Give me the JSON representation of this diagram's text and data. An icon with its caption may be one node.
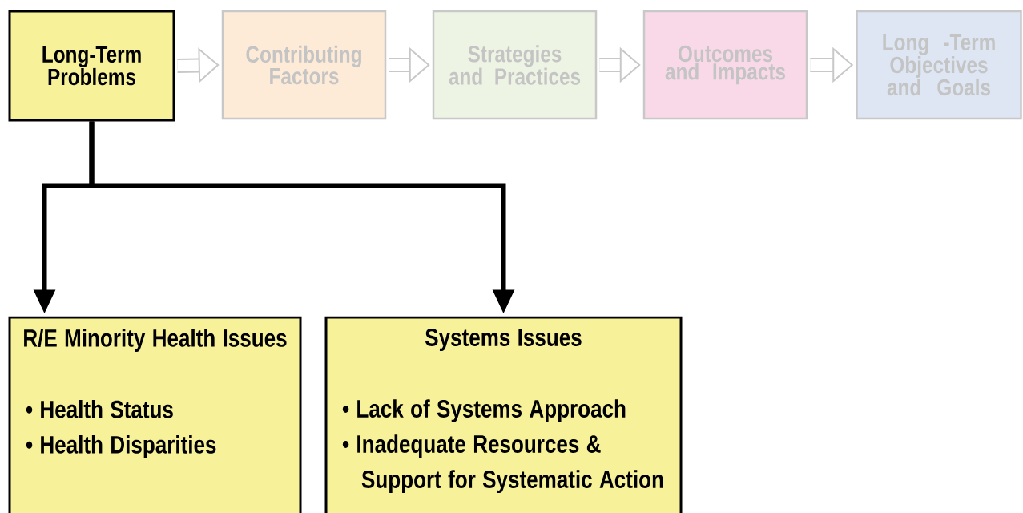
{
  "diagram": {
    "nodes": [
      {
        "text": [
          "Long-Term Problems"
        ]
      },
      {
        "text": [
          "Contributing Factors"
        ]
      },
      {
        "text": [
          "Strategies and Practices"
        ]
      },
      {
        "text": [
          "Outcomes and Impacts"
        ]
      },
      {
        "text": [
          "Long -Term Objectives and Goals"
        ]
      },
      {
        "text": [
          "R/E Minority Health Issues",
          "• Health Status",
          "• Health Disparities"
        ]
      },
      {
        "text": [
          "Systems Issues",
          "• Lack of Systems Approach",
          "• Inadequate Resources & Support for Systematic Action"
        ]
      }
    ],
    "edges": [
      {
        "from": 0,
        "to": 1,
        "arrow": "to",
        "color": "#c8c8c8"
      },
      {
        "from": 1,
        "to": 2,
        "arrow": "to",
        "color": "#c8c8c8"
      },
      {
        "from": 2,
        "to": 3,
        "arrow": "to",
        "color": "#c8c8c8"
      },
      {
        "from": 3,
        "to": 4,
        "arrow": "to",
        "color": "#c8c8c8"
      },
      {
        "from": 0,
        "to": 5,
        "arrow": "to",
        "color": "#000000"
      },
      {
        "from": 0,
        "to": 6,
        "arrow": "to",
        "color": "#000000"
      }
    ]
  }
}
